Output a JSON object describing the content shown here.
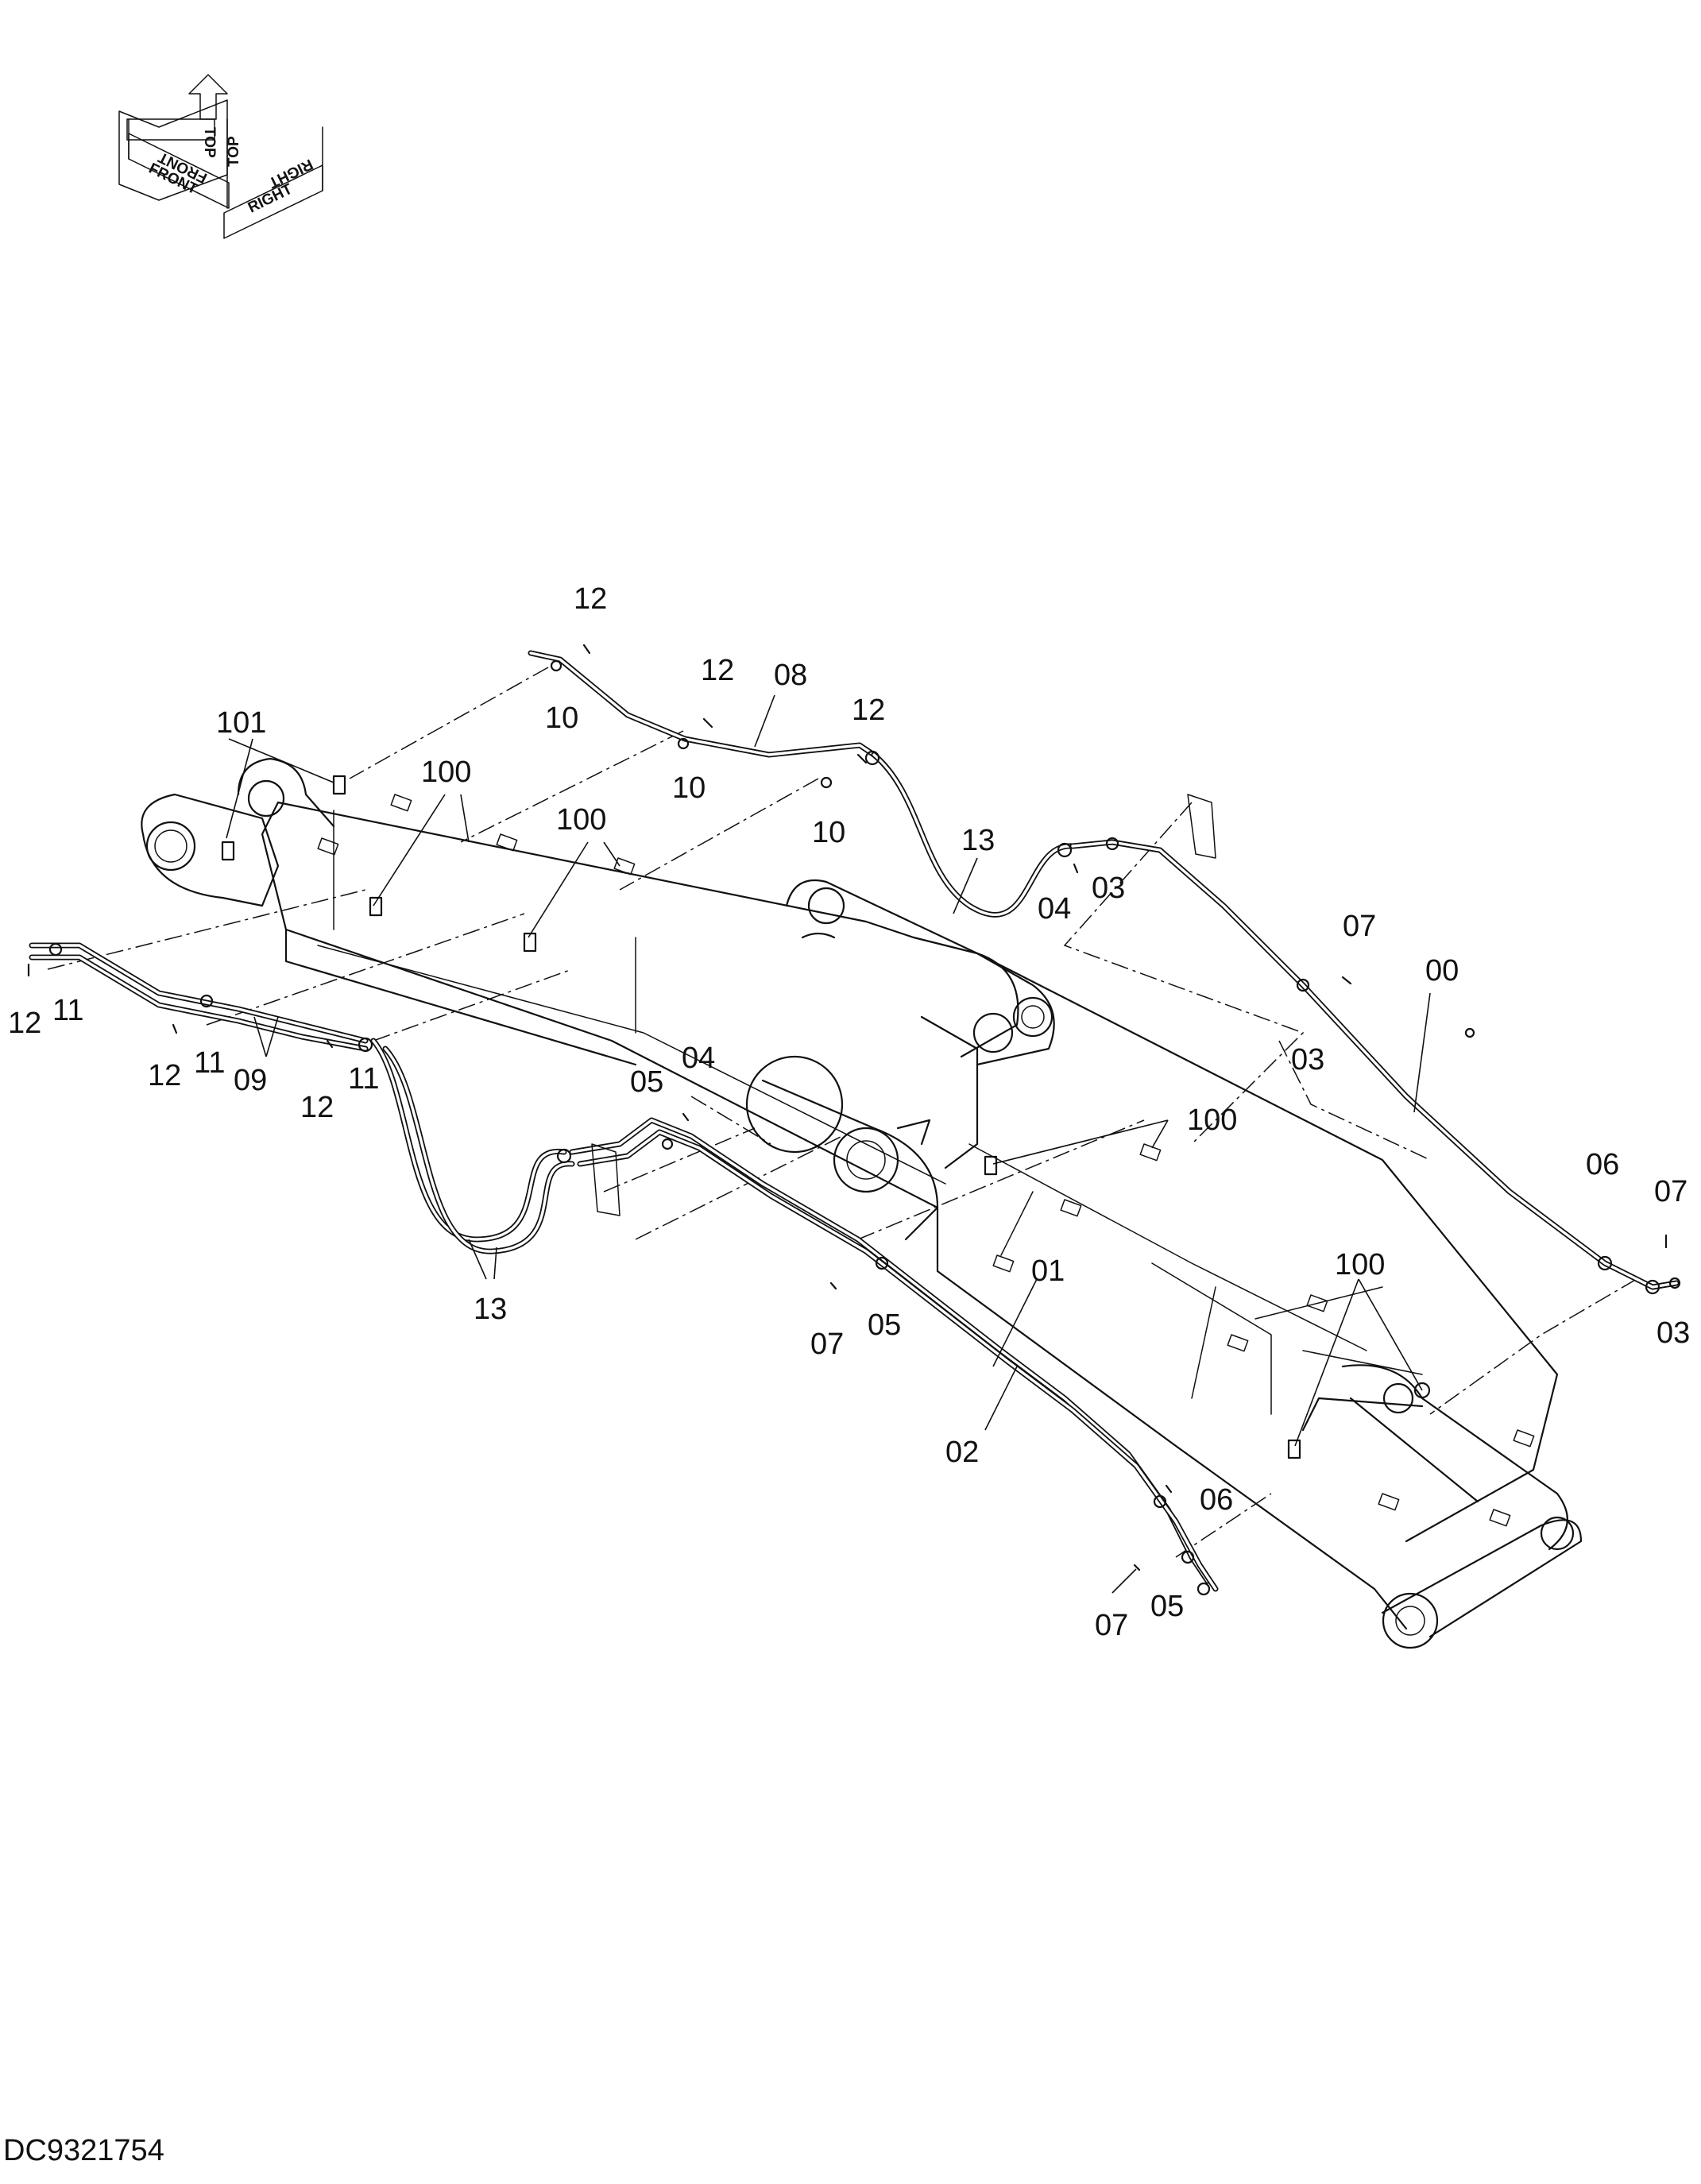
{
  "orientation": {
    "front": "FRONT",
    "top": "TOP",
    "right": "RIGHT"
  },
  "callouts": {
    "c00": "00",
    "c01": "01",
    "c02": "02",
    "c03a": "03",
    "c03b": "03",
    "c03c": "03",
    "c04a": "04",
    "c04b": "04",
    "c05a": "05",
    "c05b": "05",
    "c05c": "05",
    "c06a": "06",
    "c06b": "06",
    "c07a": "07",
    "c07b": "07",
    "c07c": "07",
    "c07d": "07",
    "c08": "08",
    "c09": "09",
    "c10a": "10",
    "c10b": "10",
    "c10c": "10",
    "c11a": "11",
    "c11b": "11",
    "c11c": "11",
    "c12a": "12",
    "c12b": "12",
    "c12c": "12",
    "c12d": "12",
    "c12e": "12",
    "c12f": "12",
    "c13a": "13",
    "c13b": "13",
    "c100a": "100",
    "c100b": "100",
    "c100c": "100",
    "c100d": "100",
    "c101": "101"
  },
  "drawing_number": "DC9321754"
}
